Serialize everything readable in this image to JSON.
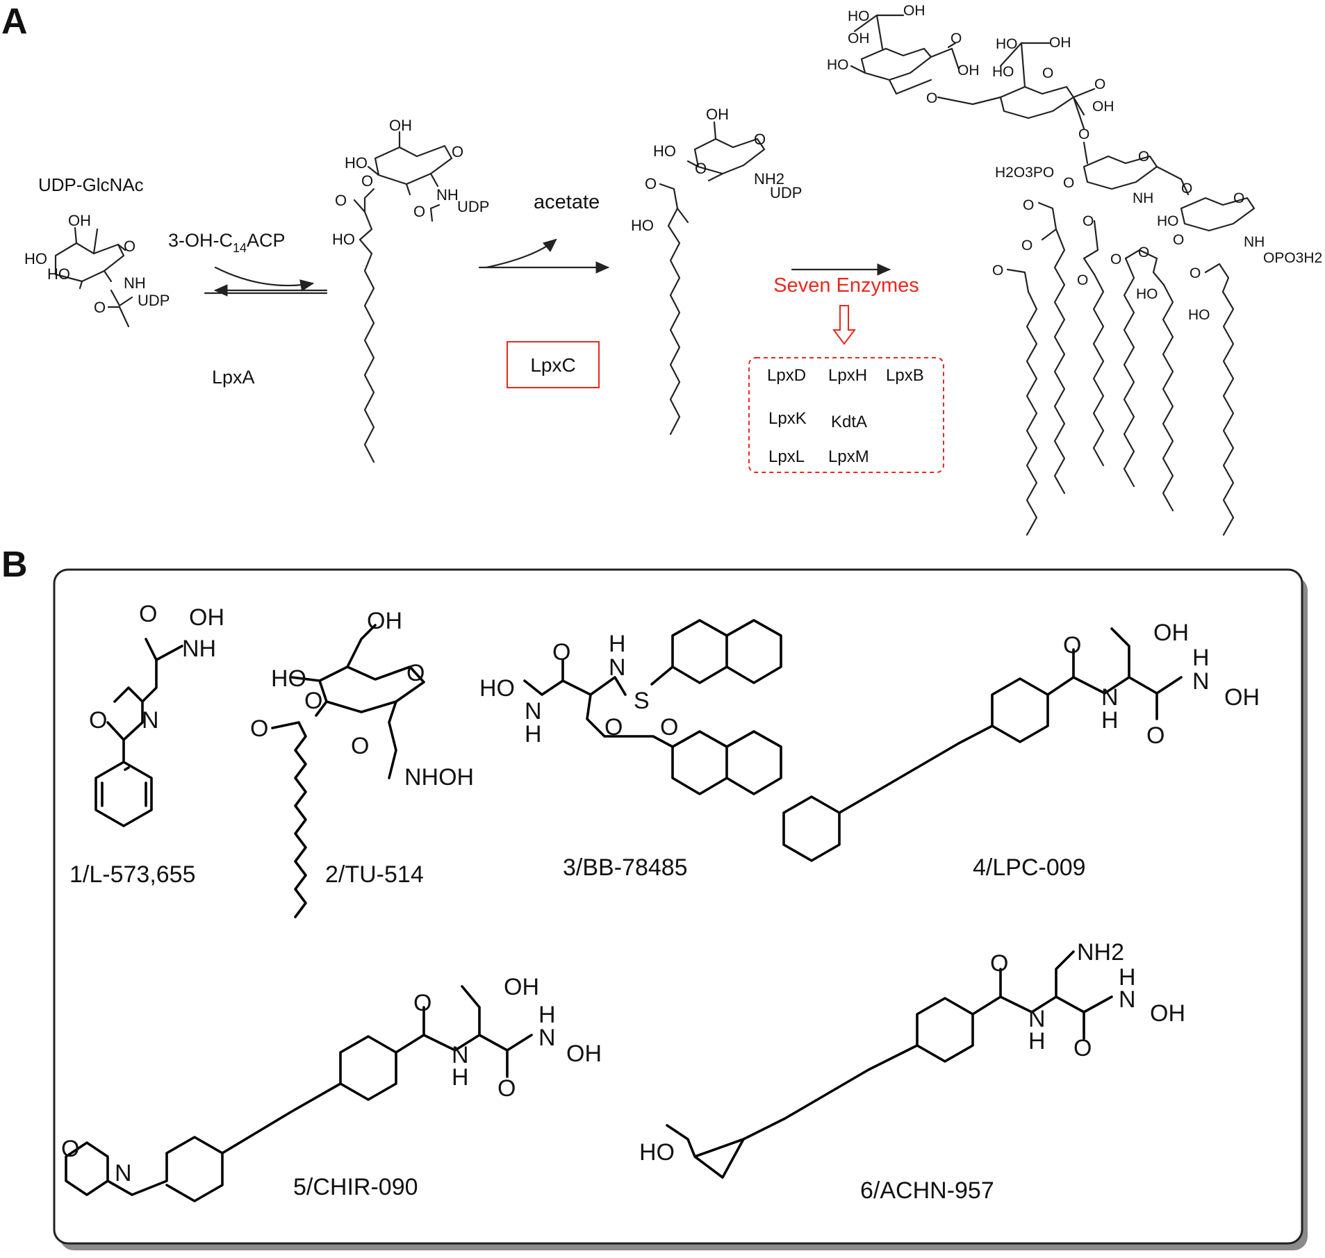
{
  "panels": {
    "a_label": "A",
    "b_label": "B"
  },
  "pathway": {
    "start_label": "UDP-GlcNAc",
    "reagent_main": "3-OH-C",
    "reagent_sub": "14",
    "reagent_tail": "ACP",
    "enzyme_a": "LpxA",
    "byproduct": "acetate",
    "enzyme_c": "LpxC",
    "seven_label": "Seven Enzymes",
    "seven_list": [
      "LpxD",
      "LpxH",
      "LpxB",
      "LpxK",
      "KdtA",
      "LpxL",
      "LpxM"
    ],
    "accent_color": "#e8281e"
  },
  "atoms": {
    "ho": "HO",
    "oh": "OH",
    "o": "O",
    "nh": "NH",
    "nh2": "NH2",
    "udp": "UDP",
    "h2o3po": "H2O3PO",
    "opo3h2": "OPO3H2",
    "n": "N",
    "h": "H",
    "s": "S",
    "nhoh": "NHOH"
  },
  "inhibitors": [
    {
      "label": "1/L-573,655"
    },
    {
      "label": "2/TU-514"
    },
    {
      "label": "3/BB-78485"
    },
    {
      "label": "4/LPC-009"
    },
    {
      "label": "5/CHIR-090"
    },
    {
      "label": "6/ACHN-957"
    }
  ]
}
